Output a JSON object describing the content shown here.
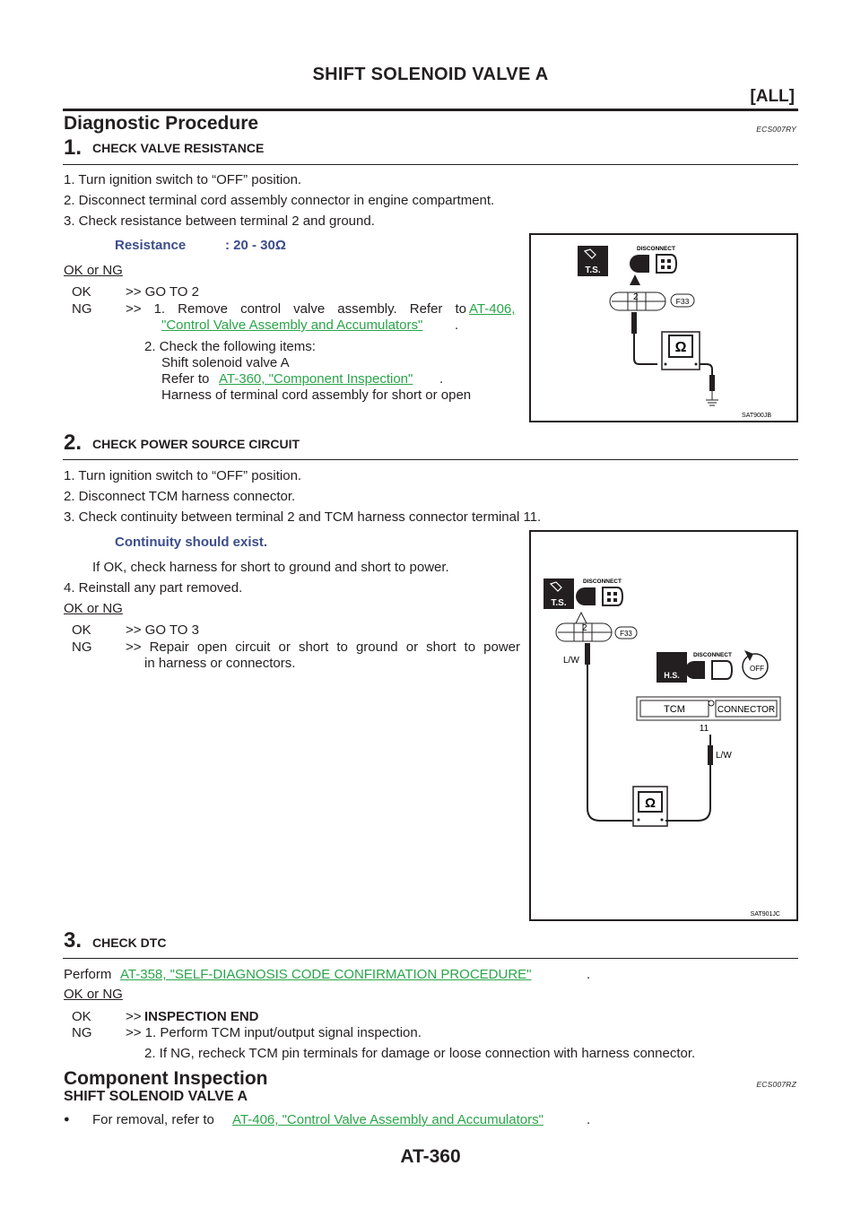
{
  "header": {
    "title": "SHIFT SOLENOID VALVE A",
    "section": "[ALL]"
  },
  "diagnostic": {
    "heading": "Diagnostic Procedure",
    "code": "ECS007RY",
    "step1": {
      "num": "1.",
      "title": "CHECK VALVE RESISTANCE",
      "items": [
        "1. Turn ignition switch to “OFF” position.",
        "2. Disconnect terminal cord assembly connector in engine compartment.",
        "3. Check resistance between terminal 2 and ground."
      ],
      "spec_label": "Resistance",
      "spec_value": ": 20 - 30Ω",
      "okng": "OK or NG",
      "ok_label": "OK",
      "ok_text": ">> GO TO 2",
      "ng_label": "NG",
      "ng_text1_pre": ">> 1. Remove control valve assembly. Refer to",
      "ng_link1a": "AT-406,",
      "ng_link1b": "\"Control Valve Assembly and Accumulators\"",
      "ng_link1_post": " .",
      "ng_text2a": "2. Check the following items:",
      "ng_text2b": "Shift solenoid valve A",
      "ng_text2c_pre": "Refer to",
      "ng_link2": "AT-360, \"Component Inspection\"",
      "ng_link2_post": " .",
      "ng_text2d": "Harness of terminal cord assembly for short or open",
      "figure": {
        "code": "SAT900JB",
        "disconnect": "DISCONNECT",
        "ts": "T.S.",
        "terminal": "2",
        "connector": "F33",
        "ohm": "Ω"
      }
    },
    "step2": {
      "num": "2.",
      "title": "CHECK POWER SOURCE CIRCUIT",
      "items": [
        "1. Turn ignition switch to “OFF” position.",
        "2. Disconnect TCM harness connector.",
        "3. Check continuity between terminal 2 and TCM harness connector terminal 11."
      ],
      "spec": "Continuity should exist.",
      "note": "If OK, check harness for short to ground and short to power.",
      "item4": "4. Reinstall any part removed.",
      "okng": "OK or NG",
      "ok_label": "OK",
      "ok_text": ">> GO TO 3",
      "ng_label": "NG",
      "ng_text1": ">> Repair open circuit or short to ground or short to power",
      "ng_text2": "in harness or connectors.",
      "figure": {
        "code": "SAT901JC",
        "disconnect1": "DISCONNECT",
        "ts": "T.S.",
        "terminal": "2",
        "connector": "F33",
        "wire1": "L/W",
        "disconnect2": "DISCONNECT",
        "hs": "H.S.",
        "off": "OFF",
        "tcm": "TCM",
        "tcm_connector": "CONNECTOR",
        "pin": "11",
        "wire2": "L/W",
        "ohm": "Ω"
      }
    },
    "step3": {
      "num": "3.",
      "title": "CHECK DTC",
      "perform_pre": "Perform",
      "perform_link": "AT-358, \"SELF-DIAGNOSIS CODE CONFIRMATION PROCEDURE\"",
      "perform_post": " .",
      "okng": "OK or NG",
      "ok_label": "OK",
      "ok_text_pre": ">>",
      "ok_text": "INSPECTION END",
      "ng_label": "NG",
      "ng_text1": ">> 1. Perform TCM input/output signal inspection.",
      "ng_text2": "2. If NG, recheck TCM pin terminals for damage or loose connection with harness connector."
    }
  },
  "component": {
    "heading": "Component Inspection",
    "code": "ECS007RZ",
    "subheading": "SHIFT SOLENOID VALVE A",
    "bullet": "●",
    "removal_pre": "For removal, refer to",
    "removal_link": "AT-406, \"Control Valve Assembly and Accumulators\"",
    "removal_post": " ."
  },
  "footer": {
    "page": "AT-360"
  },
  "colors": {
    "link": "#2aa54a",
    "spec": "#3c4d8c",
    "ink": "#231f20"
  }
}
